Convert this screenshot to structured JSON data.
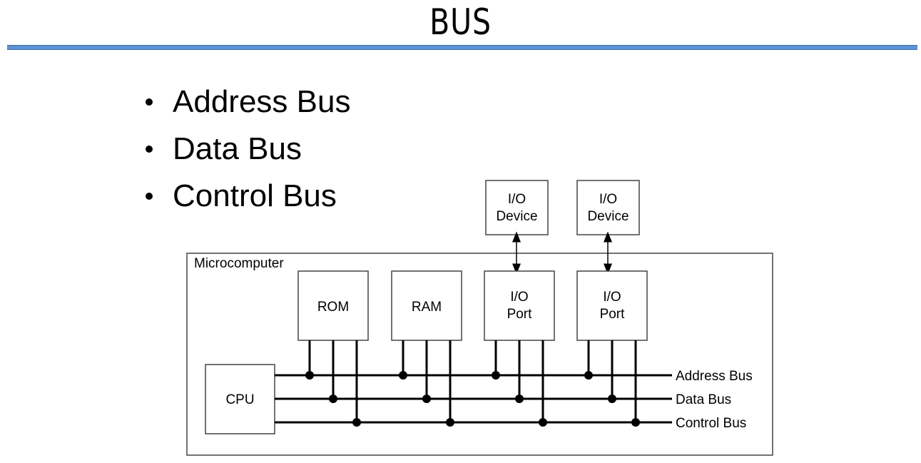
{
  "slide": {
    "title": "BUS",
    "rule_color": "#5b93d4",
    "bullets": [
      "Address Bus",
      "Data Bus",
      "Control Bus"
    ]
  },
  "diagram": {
    "container_label": "Microcomputer",
    "cpu_label": "CPU",
    "components": [
      {
        "name": "rom",
        "line1": "ROM",
        "line2": ""
      },
      {
        "name": "ram",
        "line1": "RAM",
        "line2": ""
      },
      {
        "name": "io-port-1",
        "line1": "I/O",
        "line2": "Port"
      },
      {
        "name": "io-port-2",
        "line1": "I/O",
        "line2": "Port"
      }
    ],
    "devices": [
      {
        "name": "io-device-1",
        "line1": "I/O",
        "line2": "Device"
      },
      {
        "name": "io-device-2",
        "line1": "I/O",
        "line2": "Device"
      }
    ],
    "buses": [
      {
        "name": "address-bus",
        "label": "Address Bus"
      },
      {
        "name": "data-bus",
        "label": "Data Bus"
      },
      {
        "name": "control-bus",
        "label": "Control Bus"
      }
    ]
  }
}
